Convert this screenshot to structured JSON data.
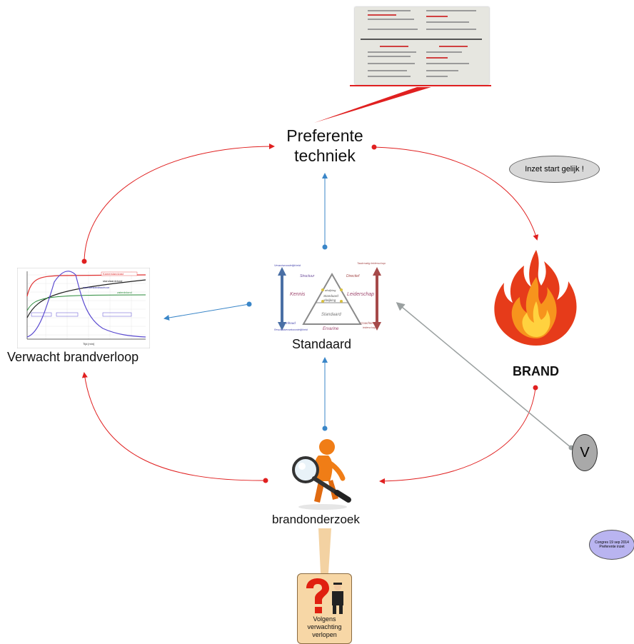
{
  "nodes": {
    "preferente_techniek": "Preferente\ntechniek",
    "verwacht_brandverloop": "Verwacht brandverloop",
    "standaard": "Standaard",
    "brand": "BRAND",
    "brandonderzoek": "brandonderzoek"
  },
  "callouts": {
    "inzet": "Inzet start gelijk !",
    "v": "V",
    "congres": "Congres 19 sep 2014\nPreferente inzet",
    "volgens": "Volgens\nverwachting\nverlopen"
  },
  "triangle": {
    "top_left": "Structuur",
    "top_right": "Directief",
    "left": "Kennis",
    "right": "Leiderschap",
    "center_top": "afwijking",
    "center_mid": "Standaard",
    "center_low": "afwijking",
    "base": "Standaard",
    "bottom": "Ervarine",
    "corner_bl": "Inhoud",
    "corner_br": "Coachend",
    "note_tl": "Verantwoordelijkheid",
    "note_tr": "Taakmatig leiderschap",
    "note_bl": "Resultaatverantwoordelijkheid",
    "note_br": "leiderschap"
  },
  "chart": {
    "series_labels": [
      "Kamerstandvast",
      "standaardvlond",
      "voortoestandsschoor",
      "zaterdvlond"
    ],
    "xaxis": "Tijd [min]"
  },
  "colors": {
    "red_connector": "#e02020",
    "blue_connector": "#3a86c8",
    "grey_connector": "#9aa0a0",
    "triangle_blue": "#4a6fa5",
    "triangle_red": "#a64a4a",
    "congres_fill": "#b9b4f0",
    "inzet_fill": "#d8d8d8",
    "v_fill": "#a9a9a9"
  },
  "icons": [
    "fire-icon",
    "magnifier-figure-icon",
    "question-figure-icon",
    "document-thumbnail",
    "fire-curve-chart",
    "leadership-triangle"
  ]
}
